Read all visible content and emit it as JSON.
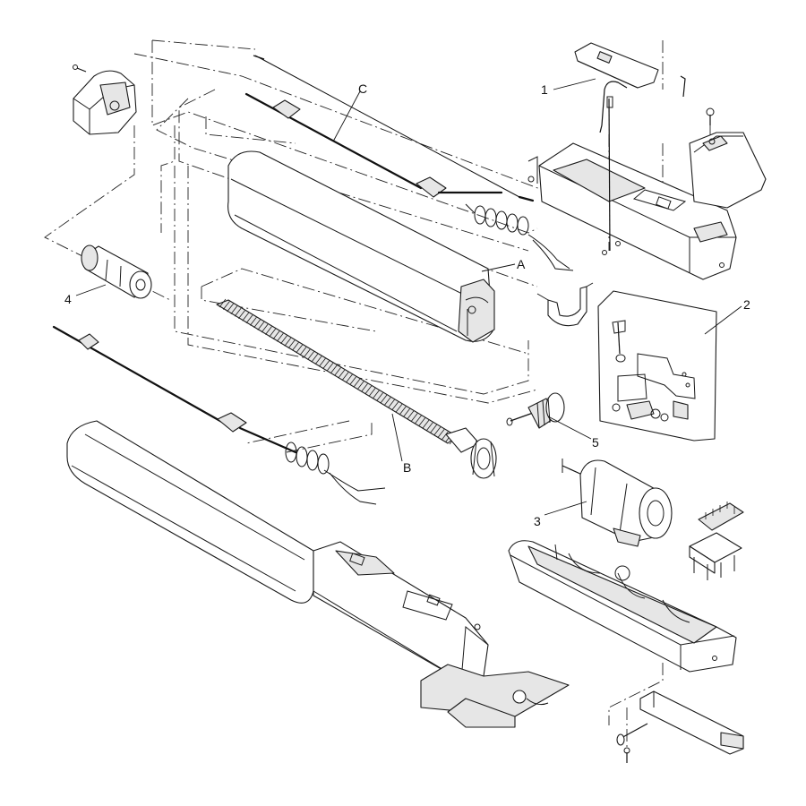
{
  "diagram": {
    "callouts": {
      "c1": "1",
      "c2": "2",
      "c3": "3",
      "c4": "4",
      "c5": "5",
      "cA": "A",
      "cB": "B",
      "cC": "C"
    },
    "colors": {
      "line": "#1a1a1a",
      "shade": "#e6e6e6",
      "background": "#ffffff"
    }
  }
}
